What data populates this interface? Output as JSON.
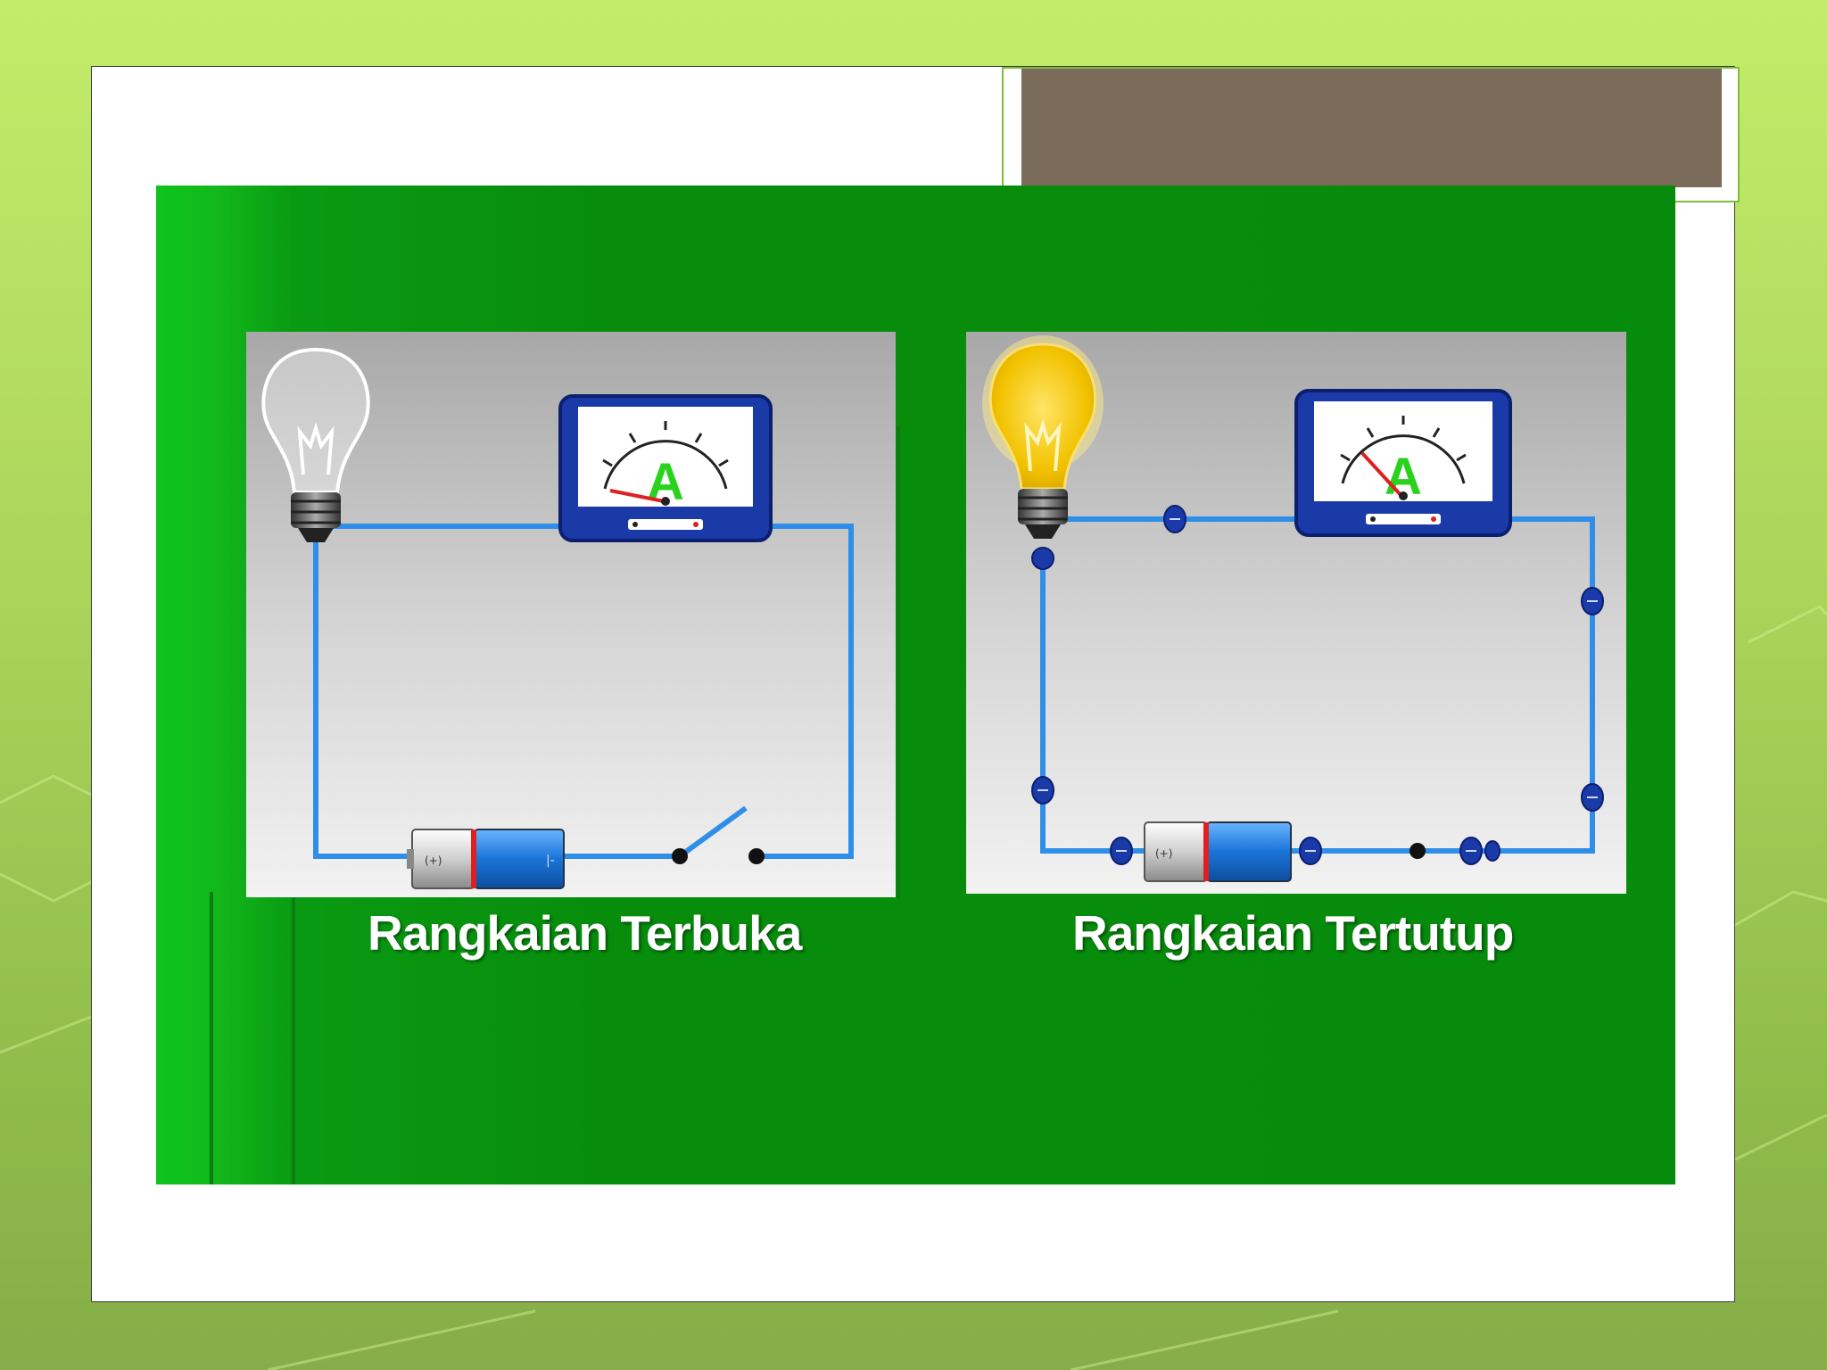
{
  "slide": {
    "left_circuit": {
      "caption": "Rangkaian Terbuka",
      "lamp_on": false,
      "meter_letter": "A",
      "switch_state": "open"
    },
    "right_circuit": {
      "caption": "Rangkaian Tertutup",
      "lamp_on": true,
      "meter_letter": "A",
      "switch_state": "closed"
    },
    "colors": {
      "panel_green": "#078b0c",
      "wire_blue": "#2f8ee8",
      "meter_blue": "#1a3aa8",
      "lamp_glow": "#f2c200",
      "title_bar": "#7a6b5a"
    }
  }
}
